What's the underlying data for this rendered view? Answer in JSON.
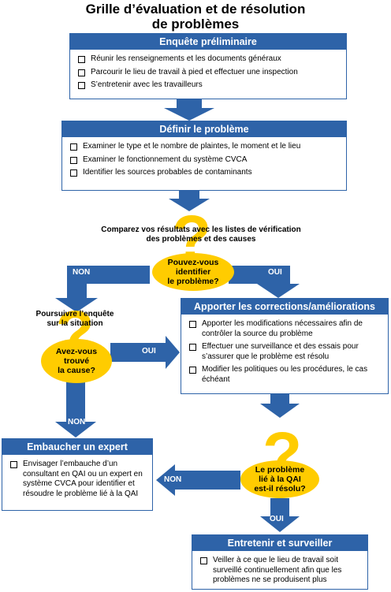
{
  "title": {
    "line1": "Grille d’évaluation et de résolution",
    "line2": "de problèmes"
  },
  "colors": {
    "primary": "#2e63a8",
    "question": "#ffcc00",
    "arrow": "#2e63a8"
  },
  "boxes": {
    "enquete": {
      "title": "Enquête préliminaire",
      "items": [
        "Réunir les renseignements et les documents généraux",
        "Parcourir le lieu de travail à pied et effectuer une inspection",
        "S’entretenir avec les travailleurs"
      ]
    },
    "definir": {
      "title": "Définir le problème",
      "items": [
        "Examiner le type et le nombre de plaintes, le moment et le lieu",
        "Examiner le fonctionnement du système CVCA",
        "Identifier les sources probables de contaminants"
      ]
    },
    "corrections": {
      "title": "Apporter les corrections/améliorations",
      "items": [
        "Apporter les modifications nécessaires afin de contrôler la source du problème",
        "Effectuer une surveillance et des essais pour s’assurer que le problème est résolu",
        "Modifier les politiques ou les procédures, le cas échéant"
      ]
    },
    "expert": {
      "title": "Embaucher un expert",
      "items": [
        "Envisager l’embauche d’un consultant en QAI ou un expert en système CVCA pour identifier et résoudre le problème lié à la QAI"
      ]
    },
    "entretenir": {
      "title": "Entretenir et surveiller",
      "items": [
        "Veiller à ce que le lieu de travail soit surveillé continuellement afin que les problèmes ne se produisent plus"
      ]
    }
  },
  "compare_text": {
    "line1": "Comparez vos résultats avec les listes de vérification",
    "line2": "des problèmes et des causes"
  },
  "poursuivre_text": {
    "line1": "Poursuivre l’enquête",
    "line2": "sur la situation"
  },
  "questions": {
    "q1": {
      "line1": "Pouvez-vous",
      "line2": "identifier",
      "line3": "le problème?"
    },
    "q2": {
      "line1": "Avez-vous",
      "line2": "trouvé",
      "line3": "la cause?"
    },
    "q3": {
      "line1": "Le problème",
      "line2": "lié à la QAI",
      "line3": "est-il résolu?"
    }
  },
  "labels": {
    "non": "NON",
    "oui": "OUI"
  }
}
